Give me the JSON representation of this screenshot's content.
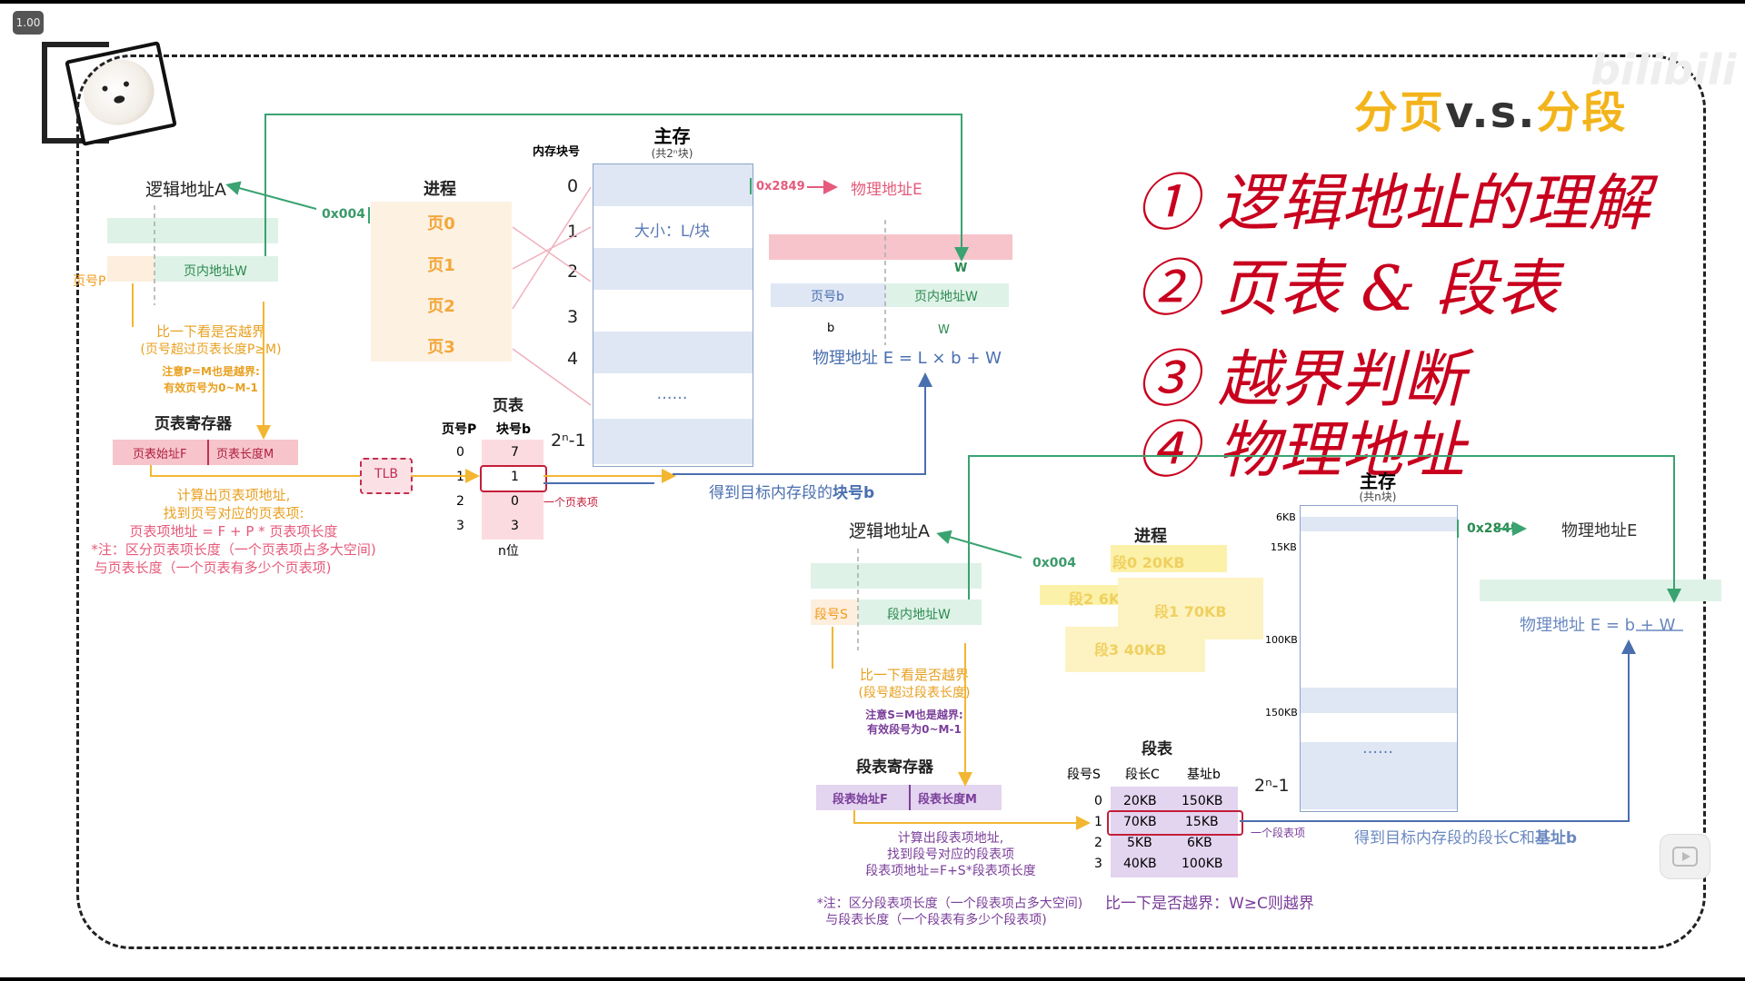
{
  "player": {
    "speed_badge": "1.00"
  },
  "title": {
    "part1": "分页",
    "vs": "v.s.",
    "part2": "分段"
  },
  "notes": {
    "n1": "① 逻辑地址的理解",
    "n2": "② 页表 & 段表",
    "n3": "③ 越界判断",
    "n4": "④ 物理地址"
  },
  "paging": {
    "logical_addr": "逻辑地址A",
    "page_num": "页号P",
    "page_offset": "页内地址W",
    "process": "进程",
    "pages": [
      "页0",
      "页1",
      "页2",
      "页3"
    ],
    "mem_block_label": "内存块号",
    "main_mem": "主存",
    "main_mem_sub": "(共2ⁿ块)",
    "block_nums": [
      "0",
      "1",
      "2",
      "3",
      "4"
    ],
    "block_last": "2ⁿ-1",
    "block_size": "大小：L/块",
    "dots": "……",
    "hex_left": "0x004",
    "hex_right": "0x2849",
    "phys_addr_arrow": "物理地址E",
    "w_top": "W",
    "phys_block": "页号b",
    "phys_offset": "页内地址W",
    "b_label": "b",
    "w_label": "W",
    "formula": "物理地址 E = L × b + W",
    "compare1": "比一下看是否越界",
    "compare2": "(页号超过页表长度P≥M)",
    "note1": "注意P=M也是越界:",
    "note2": "有效页号为0~M-1",
    "register": "页表寄存器",
    "reg_start": "页表始址F",
    "reg_len": "页表长度M",
    "tlb": "TLB",
    "table_title": "页表",
    "col_p": "页号P",
    "col_b": "块号b",
    "rows": [
      [
        "0",
        "7"
      ],
      [
        "1",
        "1"
      ],
      [
        "2",
        "0"
      ],
      [
        "3",
        "3"
      ]
    ],
    "entry_note": "一个页表项",
    "n_bits": "n位",
    "result": "得到目标内存段的",
    "result_bold": "块号b",
    "calc1": "计算出页表项地址,",
    "calc2": "找到页号对应的页表项:",
    "calc3": "页表项地址 = F + P * 页表项长度",
    "calc4": "*注：区分页表项长度（一个页表项占多大空间)",
    "calc5": "与页表长度（一个页表有多少个页表项)"
  },
  "seg": {
    "logical_addr": "逻辑地址A",
    "seg_num": "段号S",
    "seg_offset": "段内地址W",
    "hex_left": "0x004",
    "hex_right": "0x2849",
    "phys_addr_arrow": "物理地址E",
    "process": "进程",
    "segs": [
      "段0 20KB",
      "段2 6KB",
      "段1 70KB",
      "段3 40KB"
    ],
    "main_mem": "主存",
    "main_mem_sub": "(共n块)",
    "mem_ticks": [
      "6KB",
      "15KB",
      "100KB",
      "150KB"
    ],
    "dots": "……",
    "last": "2ⁿ-1",
    "formula": "物理地址 E = b + W",
    "compare1": "比一下看是否越界",
    "compare2": "(段号超过段表长度)",
    "note1": "注意S=M也是越界:",
    "note2": "有效段号为0~M-1",
    "register": "段表寄存器",
    "reg_start": "段表始址F",
    "reg_len": "段表长度M",
    "table_title": "段表",
    "col_s": "段号S",
    "col_c": "段长C",
    "col_b": "基址b",
    "rows": [
      [
        "0",
        "20KB",
        "150KB"
      ],
      [
        "1",
        "70KB",
        "15KB"
      ],
      [
        "2",
        "5KB",
        "6KB"
      ],
      [
        "3",
        "40KB",
        "100KB"
      ]
    ],
    "entry_note": "一个段表项",
    "result": "得到目标内存段的段长C和",
    "result_bold": "基址b",
    "calc1": "计算出段表项地址,",
    "calc2": "找到段号对应的段表项",
    "calc3": "段表项地址=F+S*段表项长度",
    "calc4": "*注：区分段表项长度（一个段表项占多大空间)",
    "calc5": "与段表长度（一个段表有多少个段表项)",
    "compare_w": "比一下是否越界：W≥C则越界"
  }
}
